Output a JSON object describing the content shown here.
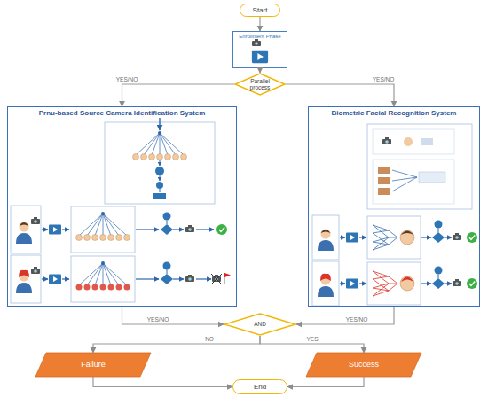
{
  "diagram": {
    "nodes": [
      {
        "text": [
          "Start"
        ]
      },
      {
        "text": [
          "Enrollment Phase"
        ]
      },
      {
        "text": [
          "Parallel process"
        ]
      },
      {
        "text": [
          "Prnu-based Source Camera Identification System"
        ]
      },
      {
        "text": [
          "Biometric Facial Recognition System"
        ]
      },
      {
        "text": [
          "AND"
        ]
      },
      {
        "text": [
          "Failure"
        ]
      },
      {
        "text": [
          "Success"
        ]
      },
      {
        "text": [
          "End"
        ]
      }
    ],
    "edges": [
      {
        "from": 0,
        "to": 1,
        "arrow": "to"
      },
      {
        "from": 1,
        "to": 2,
        "arrow": "to"
      },
      {
        "from": 2,
        "to": 3,
        "label": "YES/NO",
        "arrow": "to"
      },
      {
        "from": 2,
        "to": 4,
        "label": "YES/NO",
        "arrow": "to"
      },
      {
        "from": 3,
        "to": 5,
        "label": "YES/NO",
        "arrow": "to"
      },
      {
        "from": 4,
        "to": 5,
        "label": "YES/NO",
        "arrow": "to"
      },
      {
        "from": 5,
        "to": 6,
        "label": "NO",
        "arrow": "to"
      },
      {
        "from": 5,
        "to": 7,
        "label": "YES",
        "arrow": "to"
      },
      {
        "from": 6,
        "to": 8,
        "arrow": "to"
      },
      {
        "from": 7,
        "to": 8,
        "arrow": "to"
      }
    ]
  }
}
